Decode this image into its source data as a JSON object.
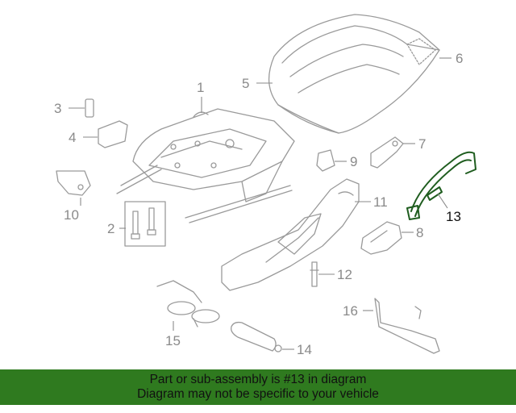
{
  "callouts": {
    "c1": "1",
    "c2": "2",
    "c3": "3",
    "c4": "4",
    "c5": "5",
    "c6": "6",
    "c7": "7",
    "c8": "8",
    "c9": "9",
    "c10": "10",
    "c11": "11",
    "c12": "12",
    "c13": "13",
    "c14": "14",
    "c15": "15",
    "c16": "16"
  },
  "highlighted_part": "13",
  "colors": {
    "banner": "#2f7a1f",
    "highlight": "#1f5d1f",
    "line": "#9a9a9a"
  },
  "banner": {
    "line1": "Part or sub-assembly is #13 in diagram",
    "line2": "Diagram may not be specific to your vehicle"
  }
}
